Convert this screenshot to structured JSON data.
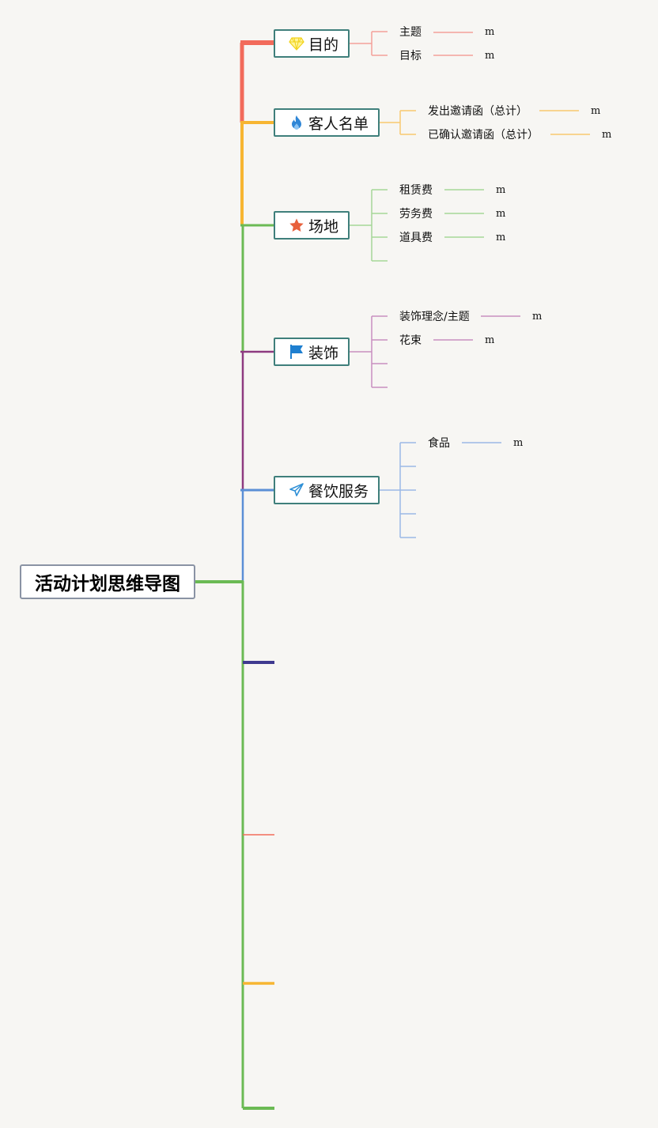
{
  "root": {
    "label": "活动计划思维导图"
  },
  "branches": [
    {
      "label": "目的",
      "icon": "diamond-icon",
      "color": "#f26b5b",
      "leaf_color": "#f4a199",
      "leaves": [
        {
          "label": "主题",
          "unit": "m"
        },
        {
          "label": "目标",
          "unit": "m"
        }
      ]
    },
    {
      "label": "客人名单",
      "icon": "fire-icon",
      "color": "#f7b531",
      "leaf_color": "#f9c970",
      "leaves": [
        {
          "label": "发出邀请函（总计）",
          "unit": "m"
        },
        {
          "label": "已确认邀请函（总计）",
          "unit": "m"
        }
      ]
    },
    {
      "label": "场地",
      "icon": "star-icon",
      "color": "#6bba54",
      "leaf_color": "#a6d798",
      "leaves": [
        {
          "label": "租赁费",
          "unit": "m"
        },
        {
          "label": "劳务费",
          "unit": "m"
        },
        {
          "label": "道具费",
          "unit": "m"
        }
      ]
    },
    {
      "label": "装饰",
      "icon": "flag-icon",
      "color": "#8e3a80",
      "leaf_color": "#c98fc0",
      "leaves": [
        {
          "label": "装饰理念/主题",
          "unit": "m"
        },
        {
          "label": "花束",
          "unit": "m"
        }
      ]
    },
    {
      "label": "餐饮服务",
      "icon": "paper-plane-icon",
      "color": "#5b8fd6",
      "leaf_color": "#9bb9e6",
      "leaves": [
        {
          "label": "食品",
          "unit": "m"
        }
      ]
    }
  ],
  "colors": {
    "trunk": "#6bba54",
    "stub_purple": "#3f3a8f",
    "stub_red": "#f26b5b",
    "stub_orange": "#f7b531",
    "stub_green": "#6bba54",
    "node_border": "#3f7f7b"
  }
}
